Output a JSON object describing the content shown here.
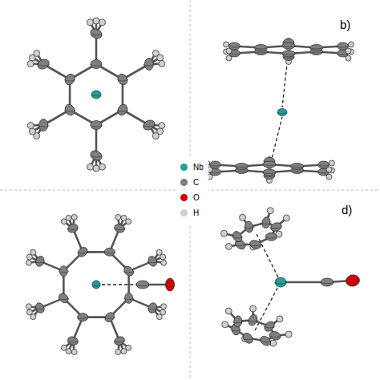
{
  "diagram": {
    "labels": [
      "b)",
      "d)"
    ],
    "legend": [
      {
        "text": "Nb",
        "color": "#1f9e9e"
      },
      {
        "text": "C",
        "color": "#7f7f7f"
      },
      {
        "text": "O",
        "color": "#d10000"
      },
      {
        "text": "H",
        "color": "#d0d0d0"
      }
    ]
  }
}
